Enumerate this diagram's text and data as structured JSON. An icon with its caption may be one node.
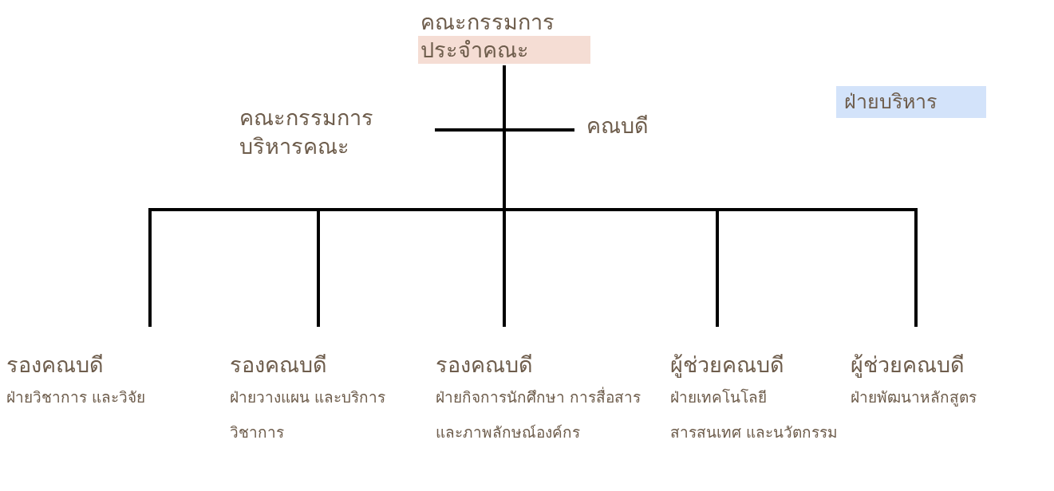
{
  "diagram": {
    "nodes": [
      {
        "text": [
          "คณะกรรมการ",
          "ประจำคณะ"
        ]
      },
      {
        "text": [
          "คณะกรรมการ บริหารคณะ"
        ]
      },
      {
        "text": [
          "คณบดี"
        ]
      },
      {
        "text": [
          "ฝ่ายบริหาร"
        ]
      },
      {
        "text": [
          "รองคณบดี",
          "ฝ่ายวิชาการ และวิจัย"
        ]
      },
      {
        "text": [
          "รองคณบดี",
          "ฝ่ายวางแผน และบริการวิชาการ"
        ]
      },
      {
        "text": [
          "รองคณบดี",
          "ฝ่ายกิจการนักศึกษา การสื่อสาร และภาพลักษณ์องค์กร"
        ]
      },
      {
        "text": [
          "ผู้ช่วยคณบดี",
          "ฝ่ายเทคโนโลยี สารสนเทศ และนวัตกรรม"
        ]
      },
      {
        "text": [
          "ผู้ช่วยคณบดี",
          "ฝ่ายพัฒนาหลักสูตร"
        ]
      }
    ],
    "edges": [
      {
        "from": 0,
        "to": 1,
        "arrow": "none"
      },
      {
        "from": 0,
        "to": 2,
        "arrow": "none"
      },
      {
        "from": 0,
        "to": 4,
        "arrow": "none"
      },
      {
        "from": 0,
        "to": 5,
        "arrow": "none"
      },
      {
        "from": 0,
        "to": 6,
        "arrow": "none"
      },
      {
        "from": 0,
        "to": 7,
        "arrow": "none"
      },
      {
        "from": 0,
        "to": 8,
        "arrow": "none"
      }
    ]
  }
}
